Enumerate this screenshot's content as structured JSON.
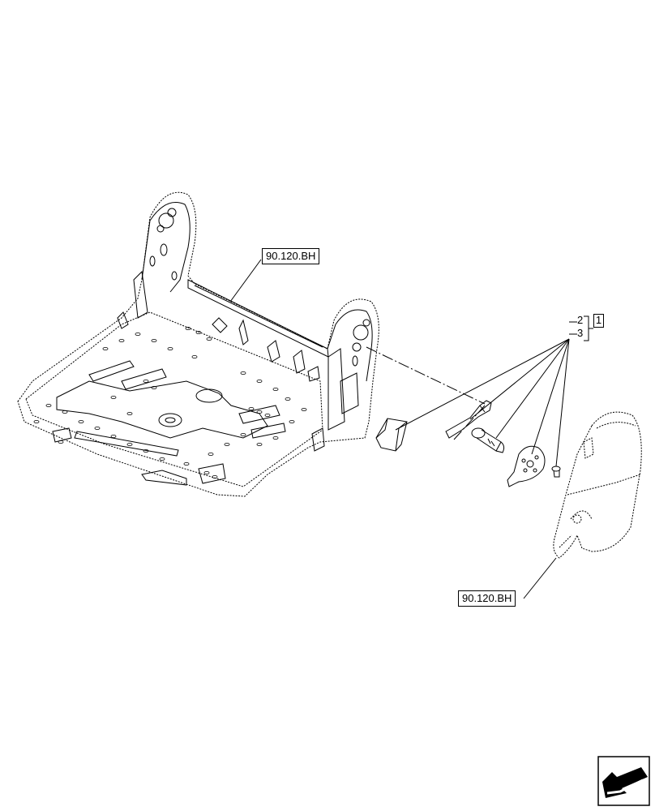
{
  "references": {
    "upper": "90.120.BH",
    "lower": "90.120.BH"
  },
  "callouts": {
    "item_2": "2",
    "item_3": "3",
    "group_1": "1"
  },
  "icons": {
    "nav": "next-page-arrow-icon"
  }
}
